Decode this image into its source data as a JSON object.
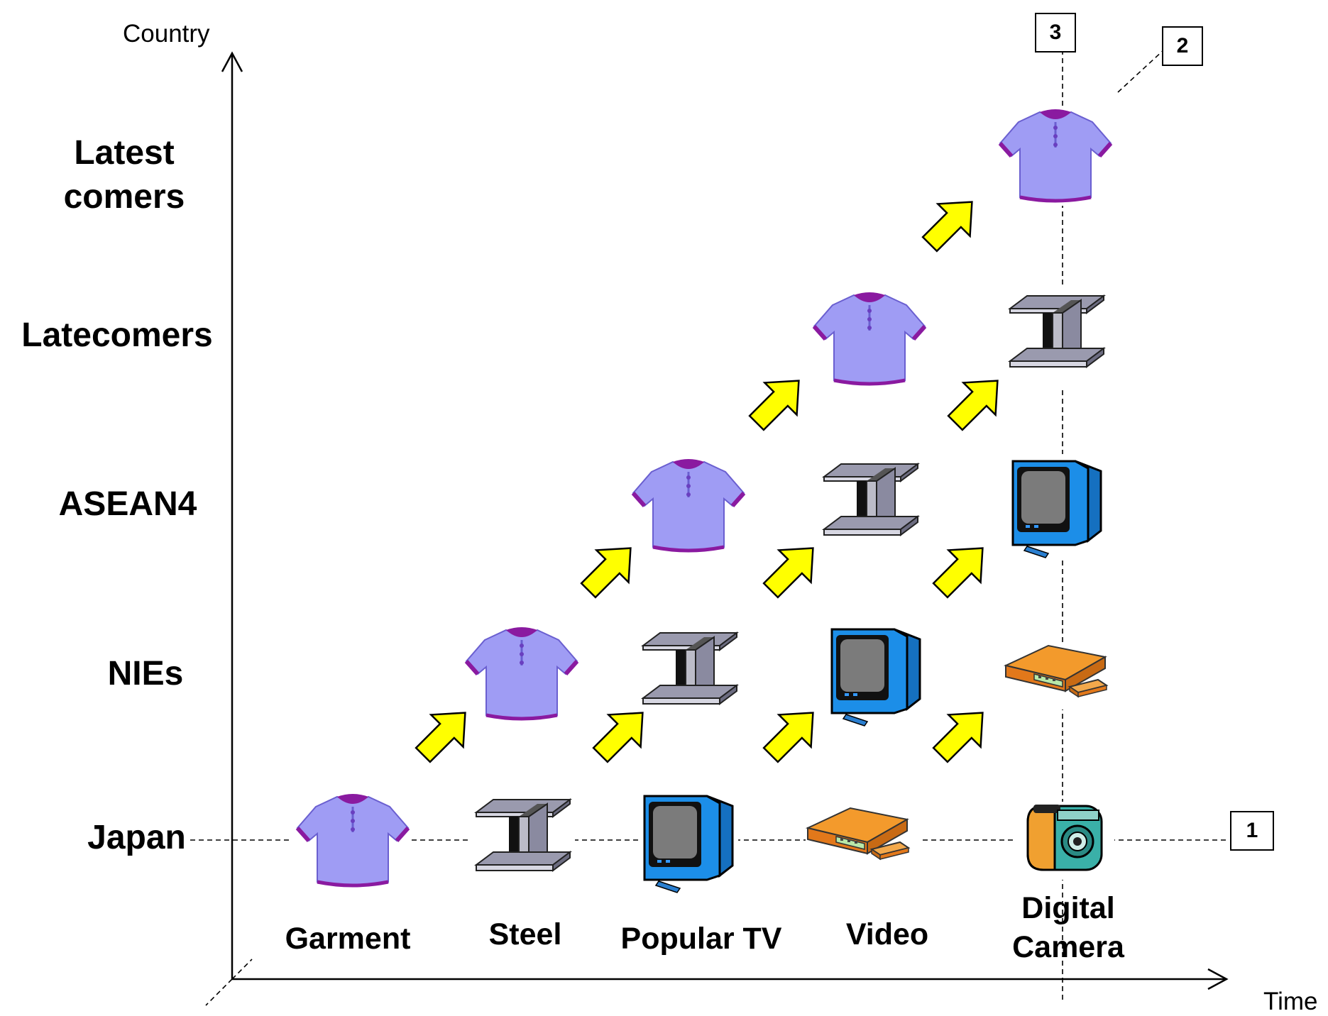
{
  "axes": {
    "y_title": "Country",
    "x_title": "Time"
  },
  "countries": [
    "Japan",
    "NIEs",
    "ASEAN4",
    "Latecomers",
    "Latest comers"
  ],
  "products": [
    "Garment",
    "Steel",
    "Popular TV",
    "Video",
    "Digital Camera"
  ],
  "boxes": [
    "1",
    "2",
    "3"
  ],
  "icons": {
    "garment": "shirt-icon",
    "steel": "steel-beam-icon",
    "popular_tv": "tv-icon",
    "video": "vcr-icon",
    "digital_camera": "camera-icon",
    "arrow": "yellow-arrow-icon"
  },
  "colors": {
    "shirt": "#9f9cf4",
    "shirt_trim": "#8a1aa0",
    "steel": "#8f8fa6",
    "tv": "#1c8ee8",
    "vcr": "#f39a2c",
    "camera": "#3ab0a8",
    "arrow": "#ffff00"
  },
  "grid": [
    [
      "shirt-icon",
      "steel-beam-icon",
      "tv-icon",
      "vcr-icon",
      "camera-icon"
    ],
    [
      "shirt-icon",
      "steel-beam-icon",
      "tv-icon",
      "vcr-icon"
    ],
    [
      "shirt-icon",
      "steel-beam-icon",
      "tv-icon"
    ],
    [
      "shirt-icon",
      "steel-beam-icon"
    ],
    [
      "shirt-icon"
    ]
  ]
}
